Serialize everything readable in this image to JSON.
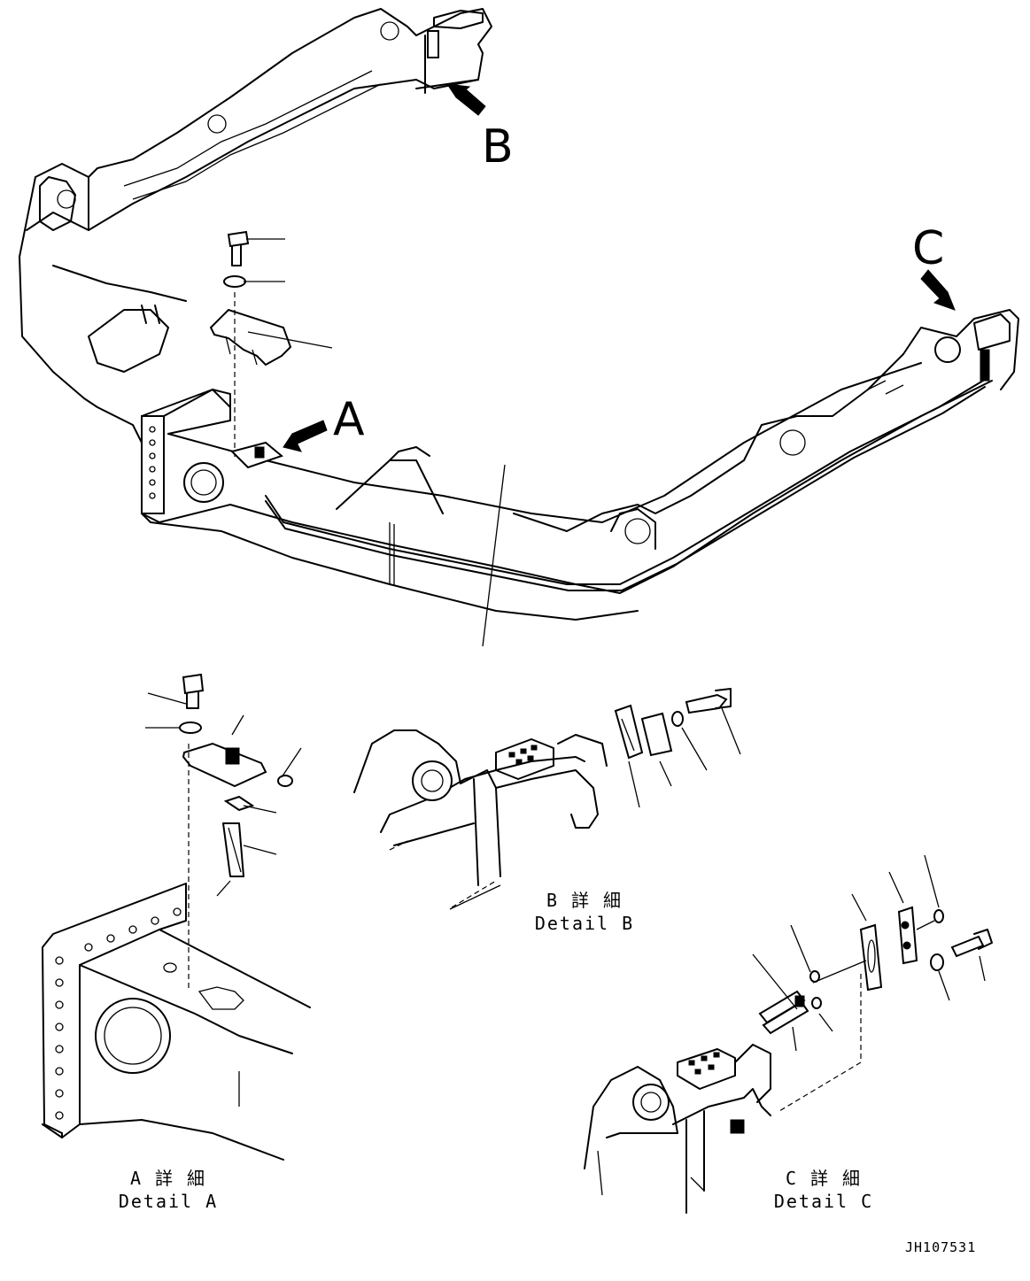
{
  "callouts": {
    "a": "A",
    "b": "B",
    "c": "C"
  },
  "details": {
    "a": {
      "jp": "A 詳 細",
      "en": "Detail A"
    },
    "b": {
      "jp": "B 詳 細",
      "en": "Detail B"
    },
    "c": {
      "jp": "C 詳 細",
      "en": "Detail C"
    }
  },
  "drawing_code": "JH107531",
  "colors": {
    "ink": "#000000",
    "paper": "#ffffff"
  }
}
